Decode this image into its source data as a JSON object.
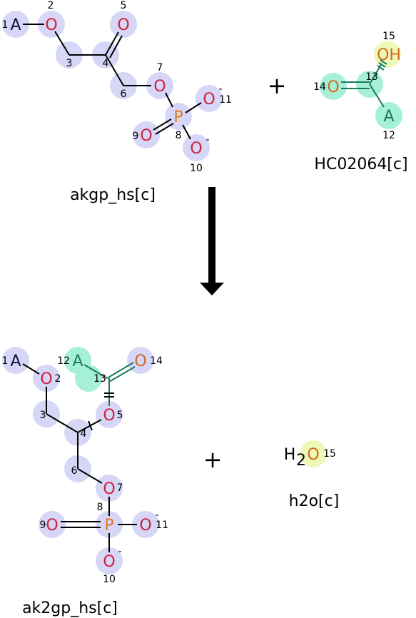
{
  "colors": {
    "atom_highlight_blue": "#d6d6f7",
    "atom_highlight_green": "#a6f0d8",
    "atom_highlight_yellow": "#eef8b8",
    "oxygen_red": "#d21f3c",
    "oxygen_orange": "#d2691e",
    "phosphorus_orange": "#e07a1f",
    "carbon_teal": "#1b7a5a",
    "dark": "#0d0d40"
  },
  "reactants": [
    {
      "name": "akgp_hs[c]",
      "atoms": [
        {
          "idx": "1",
          "sym": "A"
        },
        {
          "idx": "2",
          "sym": "O"
        },
        {
          "idx": "3",
          "sym": ""
        },
        {
          "idx": "4",
          "sym": ""
        },
        {
          "idx": "5",
          "sym": "O"
        },
        {
          "idx": "6",
          "sym": ""
        },
        {
          "idx": "7",
          "sym": "O"
        },
        {
          "idx": "8",
          "sym": "P"
        },
        {
          "idx": "9",
          "sym": "O"
        },
        {
          "idx": "10",
          "sym": "O"
        },
        {
          "idx": "11",
          "sym": "O"
        }
      ],
      "charges": [
        "-",
        "-"
      ]
    },
    {
      "name": "HC02064[c]",
      "atoms": [
        {
          "idx": "12",
          "sym": "A"
        },
        {
          "idx": "13",
          "sym": ""
        },
        {
          "idx": "14",
          "sym": "O"
        },
        {
          "idx": "15",
          "sym": "OH"
        }
      ]
    }
  ],
  "products": [
    {
      "name": "ak2gp_hs[c]",
      "atoms": [
        {
          "idx": "1",
          "sym": "A"
        },
        {
          "idx": "2",
          "sym": "O"
        },
        {
          "idx": "3",
          "sym": ""
        },
        {
          "idx": "4",
          "sym": ""
        },
        {
          "idx": "5",
          "sym": "O"
        },
        {
          "idx": "6",
          "sym": ""
        },
        {
          "idx": "7",
          "sym": "O"
        },
        {
          "idx": "8",
          "sym": "P"
        },
        {
          "idx": "9",
          "sym": "O"
        },
        {
          "idx": "10",
          "sym": "O"
        },
        {
          "idx": "11",
          "sym": "O"
        },
        {
          "idx": "12",
          "sym": "A"
        },
        {
          "idx": "13",
          "sym": ""
        },
        {
          "idx": "14",
          "sym": "O"
        }
      ],
      "charges": [
        "-",
        "-"
      ]
    },
    {
      "name": "h2o[c]",
      "formula": {
        "h": "H",
        "sub": "2",
        "o": "O"
      },
      "atoms": [
        {
          "idx": "15",
          "sym": "O"
        }
      ]
    }
  ],
  "operators": {
    "plus": "+"
  }
}
